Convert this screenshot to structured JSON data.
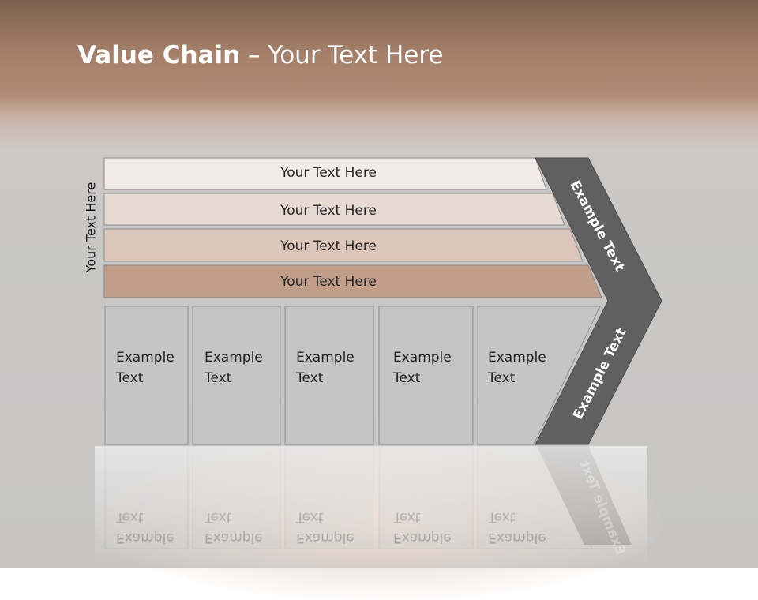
{
  "slide": {
    "title_bold": "Value Chain",
    "title_rest": " – Your Text Here",
    "side_label": "Your Text Here"
  },
  "bars": [
    {
      "label": "Your Text Here",
      "fill": "#f2ebe8"
    },
    {
      "label": "Your Text Here",
      "fill": "#e7dad2"
    },
    {
      "label": "Your Text Here",
      "fill": "#dcc6b9"
    },
    {
      "label": "Your Text Here",
      "fill": "#c19e8a"
    }
  ],
  "columns": [
    {
      "line1": "Example",
      "line2": "Text"
    },
    {
      "line1": "Example",
      "line2": "Text"
    },
    {
      "line1": "Example",
      "line2": "Text"
    },
    {
      "line1": "Example",
      "line2": "Text"
    },
    {
      "line1": "Example",
      "line2": "Text"
    }
  ],
  "chevron": {
    "upper_text": "Example Text",
    "lower_text": "Example Text",
    "fill": "#606060"
  }
}
